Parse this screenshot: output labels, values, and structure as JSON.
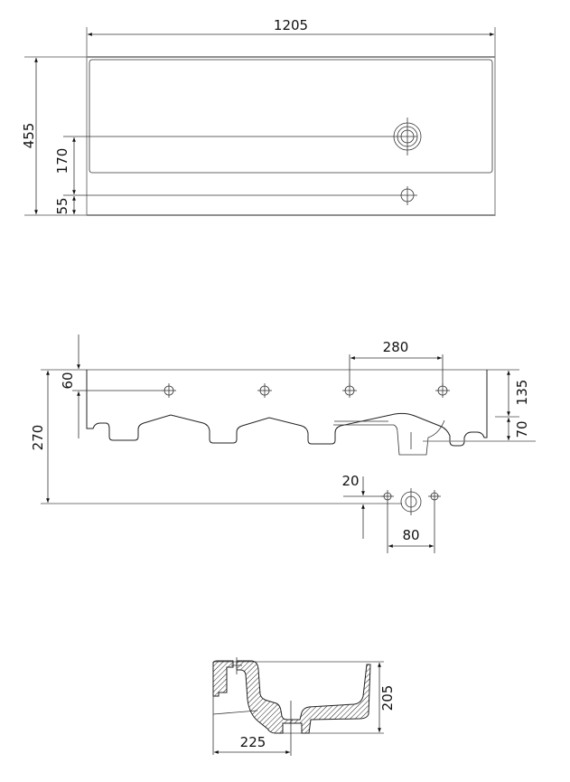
{
  "top_view": {
    "width_dim": "1205",
    "depth_dim": "455",
    "drain_offset_dim": "170",
    "tap_offset_dim": "55"
  },
  "front_view": {
    "hole_spacing_dim": "280",
    "hole_height_dim": "60",
    "total_height_dim": "270",
    "body_height_dim": "135",
    "basin_depth_dim": "70",
    "bottom_offset_dim": "20",
    "bottom_hole_spacing_dim": "80"
  },
  "section_view": {
    "height_dim": "205",
    "drain_position_dim": "225"
  },
  "colors": {
    "line": "#222222",
    "background": "#ffffff"
  }
}
